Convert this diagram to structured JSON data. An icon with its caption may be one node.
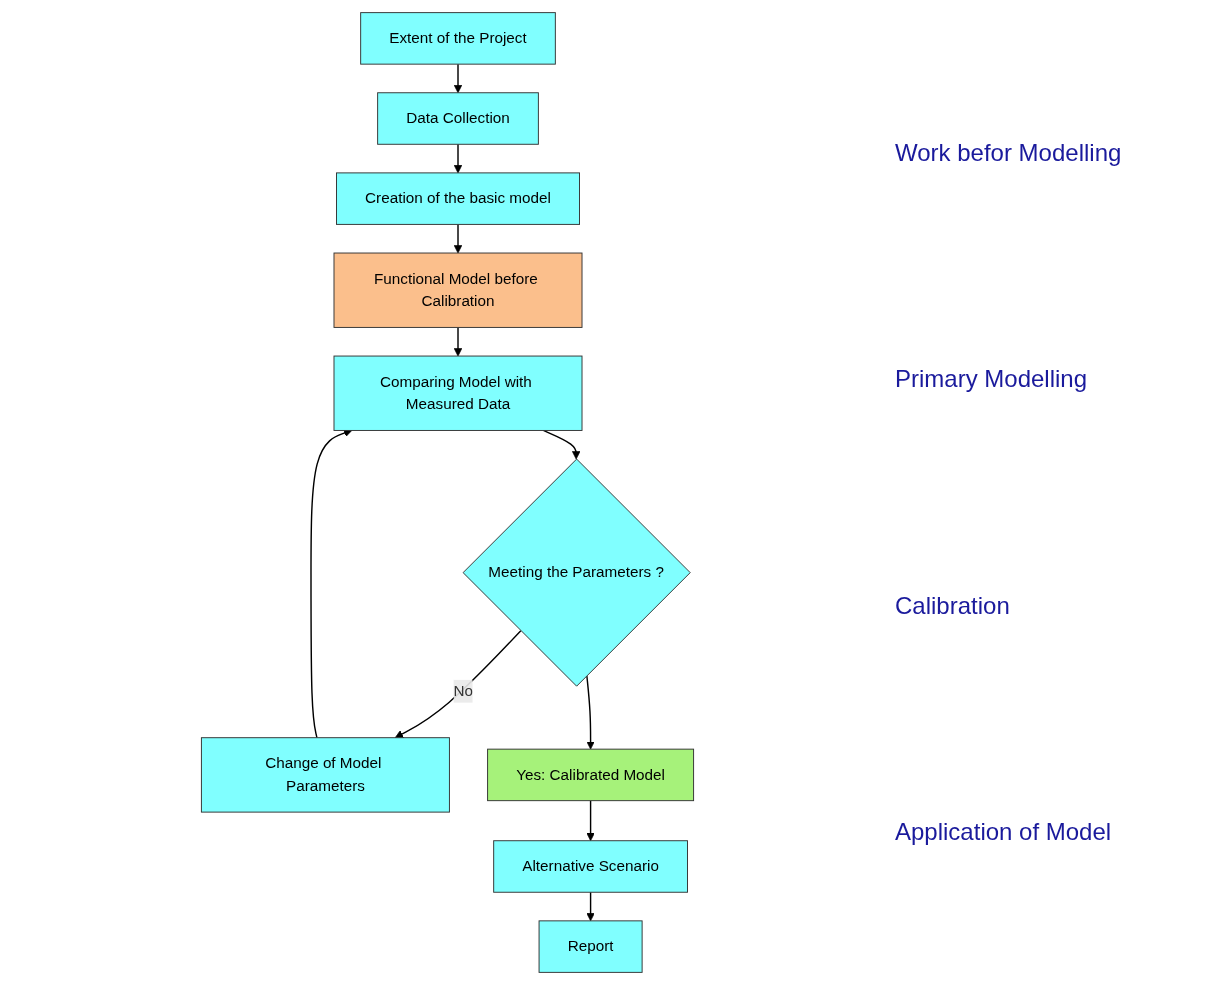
{
  "diagram": {
    "nodes": [
      {
        "text": [
          "Extent of the Project"
        ]
      },
      {
        "text": [
          "Data Collection"
        ]
      },
      {
        "text": [
          "Creation of the basic model"
        ]
      },
      {
        "text": [
          "Functional Model before Calibration"
        ]
      },
      {
        "text": [
          "Comparing Model with Measured Data"
        ]
      },
      {
        "text": [
          "Meeting the Parameters ?"
        ]
      },
      {
        "text": [
          "Change of Model Parameters"
        ]
      },
      {
        "text": [
          "Yes: Calibrated Model"
        ]
      },
      {
        "text": [
          "Alternative Scenario"
        ]
      },
      {
        "text": [
          "Report"
        ]
      }
    ],
    "edges": [
      {
        "from": 0,
        "to": 1,
        "arrow": "to"
      },
      {
        "from": 1,
        "to": 2,
        "arrow": "to"
      },
      {
        "from": 2,
        "to": 3,
        "arrow": "to"
      },
      {
        "from": 3,
        "to": 4,
        "arrow": "to"
      },
      {
        "from": 4,
        "to": 5,
        "arrow": "to"
      },
      {
        "from": 5,
        "to": 6,
        "label": "No",
        "arrow": "to"
      },
      {
        "from": 6,
        "to": 4,
        "arrow": "to"
      },
      {
        "from": 5,
        "to": 7,
        "arrow": "to"
      },
      {
        "from": 7,
        "to": 8,
        "arrow": "to"
      },
      {
        "from": 8,
        "to": 9,
        "arrow": "to"
      }
    ],
    "labels": [
      "Work befor Modelling",
      "Primary Modelling",
      "Calibration",
      "Application of Model"
    ]
  }
}
